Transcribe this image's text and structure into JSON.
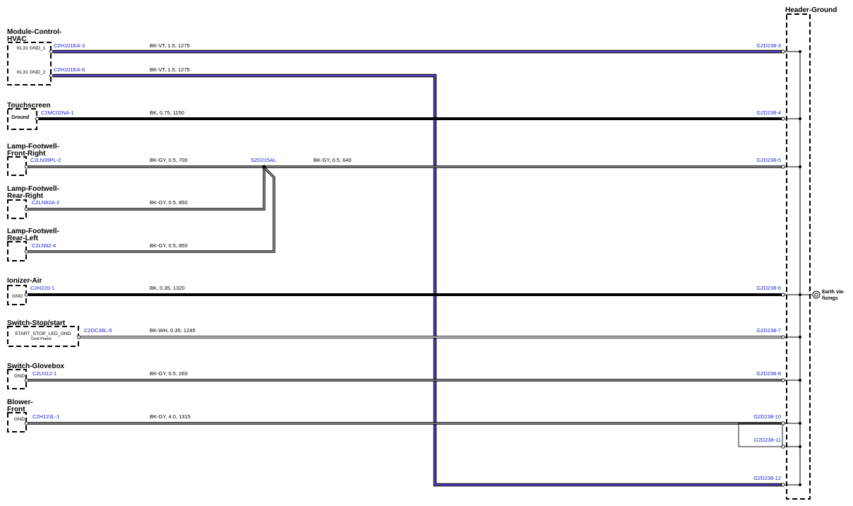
{
  "header": {
    "name": "Header-Ground"
  },
  "components": {
    "hvac": {
      "name_1": "Module-Control-",
      "name_2": "HVAC",
      "pin_1": "KL31 GND_1",
      "pin_2": "KL31 GND_2",
      "conn_1": "C2H101EA-3",
      "conn_2": "C2H101EA-6"
    },
    "touchscreen": {
      "name_1": "Touchscreen",
      "pin": "Ground",
      "conn": "C2MC02NA-1"
    },
    "lfr": {
      "name_1": "Lamp-Footwell-",
      "name_2": "Front-Right",
      "conn": "C2LN39PL-2"
    },
    "lrr": {
      "name_1": "Lamp-Footwell-",
      "name_2": "Rear-Right",
      "conn": "C2LN92A-2"
    },
    "lrl": {
      "name_1": "Lamp-Footwell-",
      "name_2": "Rear-Left",
      "conn": "C2LN92-4"
    },
    "ionizer": {
      "name_1": "Ionizer-Air",
      "pin": "GND",
      "conn": "C2H220-1"
    },
    "stopstart": {
      "name_1": "Switch-Stop/start",
      "pin": "START_STOP_LED_GND",
      "pin_sub": "Gold Plated",
      "conn": "C2DC38L-5"
    },
    "glovebox": {
      "name_1": "Switch-Glovebox",
      "pin": "GND",
      "conn": "C2LN12-1"
    },
    "blower": {
      "name_1": "Blower-",
      "name_2": "Front",
      "pin": "GND",
      "conn": "C2H123L-1"
    }
  },
  "wires": {
    "w1": "BK-VT,  1.5,  1275",
    "w2": "BK-VT,  1.5,  1275",
    "w3": "BK,  0.75,  1150",
    "w4a": "BK-GY,  0.5,  700",
    "w4b": "BK-GY,  0.5,  640",
    "w5": "BK-GY,  0.5,  850",
    "w6": "BK-GY,  0.5,  850",
    "w7": "BK,  0.35,  1320",
    "w8": "BK-WH,  0.35,  1245",
    "w9": "BK-GY,  0.5,  260",
    "w10": "BK-GY,  4.0,  1315"
  },
  "splice": {
    "name": "S2D215AL"
  },
  "header_pins": {
    "p3": "G2D238-3",
    "p4": "G2D238-4",
    "p5": "G2D238-5",
    "p6": "G2D238-6",
    "p7": "G2D238-7",
    "p8": "G2D238-8",
    "p10": "G2D238-10",
    "p11": "G2D238-11",
    "p12": "G2D238-12"
  },
  "earth": {
    "label_1": "Earth via-",
    "label_2": "fixings"
  },
  "colors": {
    "violet": "#5a3fc0",
    "gray": "#a0a0a0",
    "connector_text": "#1a1ad6",
    "black": "#000000"
  }
}
